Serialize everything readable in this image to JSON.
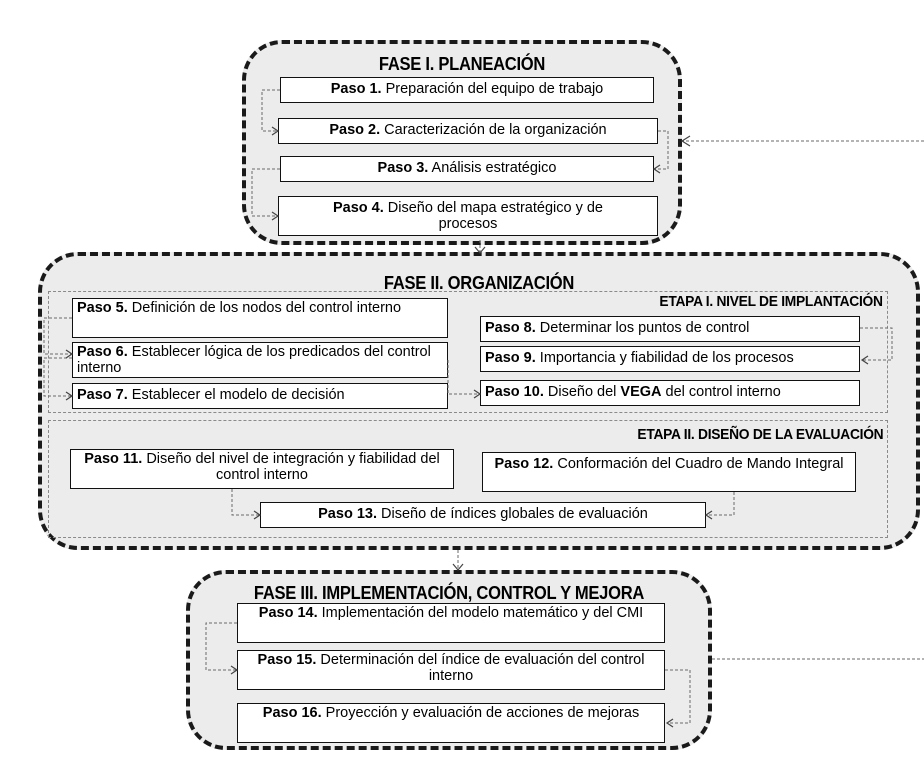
{
  "phases": {
    "p1": {
      "title": "FASE I. PLANEACIÓN"
    },
    "p2": {
      "title": "FASE II. ORGANIZACIÓN",
      "stage1": "ETAPA I. NIVEL DE IMPLANTACIÓN",
      "stage2": "ETAPA II. DISEÑO DE LA EVALUACIÓN"
    },
    "p3": {
      "title": "FASE III. IMPLEMENTACIÓN, CONTROL Y MEJORA"
    }
  },
  "steps": [
    {
      "label": "Paso 1.",
      "text": " Preparación del equipo de trabajo"
    },
    {
      "label": "Paso 2.",
      "text": " Caracterización de la organización"
    },
    {
      "label": "Paso 3.",
      "text": " Análisis estratégico"
    },
    {
      "label": "Paso 4.",
      "text": " Diseño del mapa estratégico y de procesos"
    },
    {
      "label": "Paso 5.",
      "text": " Definición de los nodos del control interno"
    },
    {
      "label": "Paso 6.",
      "text": " Establecer lógica de los predicados del control interno"
    },
    {
      "label": "Paso 7.",
      "text": " Establecer el modelo de decisión"
    },
    {
      "label": "Paso 8.",
      "text": " Determinar los puntos de control"
    },
    {
      "label": "Paso 9.",
      "text": " Importancia y fiabilidad de los procesos"
    },
    {
      "label": "Paso 10.",
      "text": " Diseño del ",
      "bold": "VEGA",
      "text2": " del control interno"
    },
    {
      "label": "Paso 11.",
      "text": " Diseño del nivel de integración y fiabilidad del control interno"
    },
    {
      "label": "Paso 12.",
      "text": " Conformación del Cuadro de Mando Integral"
    },
    {
      "label": "Paso 13.",
      "text": " Diseño de índices globales de evaluación"
    },
    {
      "label": "Paso 14.",
      "text": " Implementación del modelo matemático y del CMI"
    },
    {
      "label": "Paso 15.",
      "text": " Determinación del índice de evaluación del control interno"
    },
    {
      "label": "Paso 16.",
      "text": " Proyección y evaluación de acciones de mejoras"
    }
  ]
}
